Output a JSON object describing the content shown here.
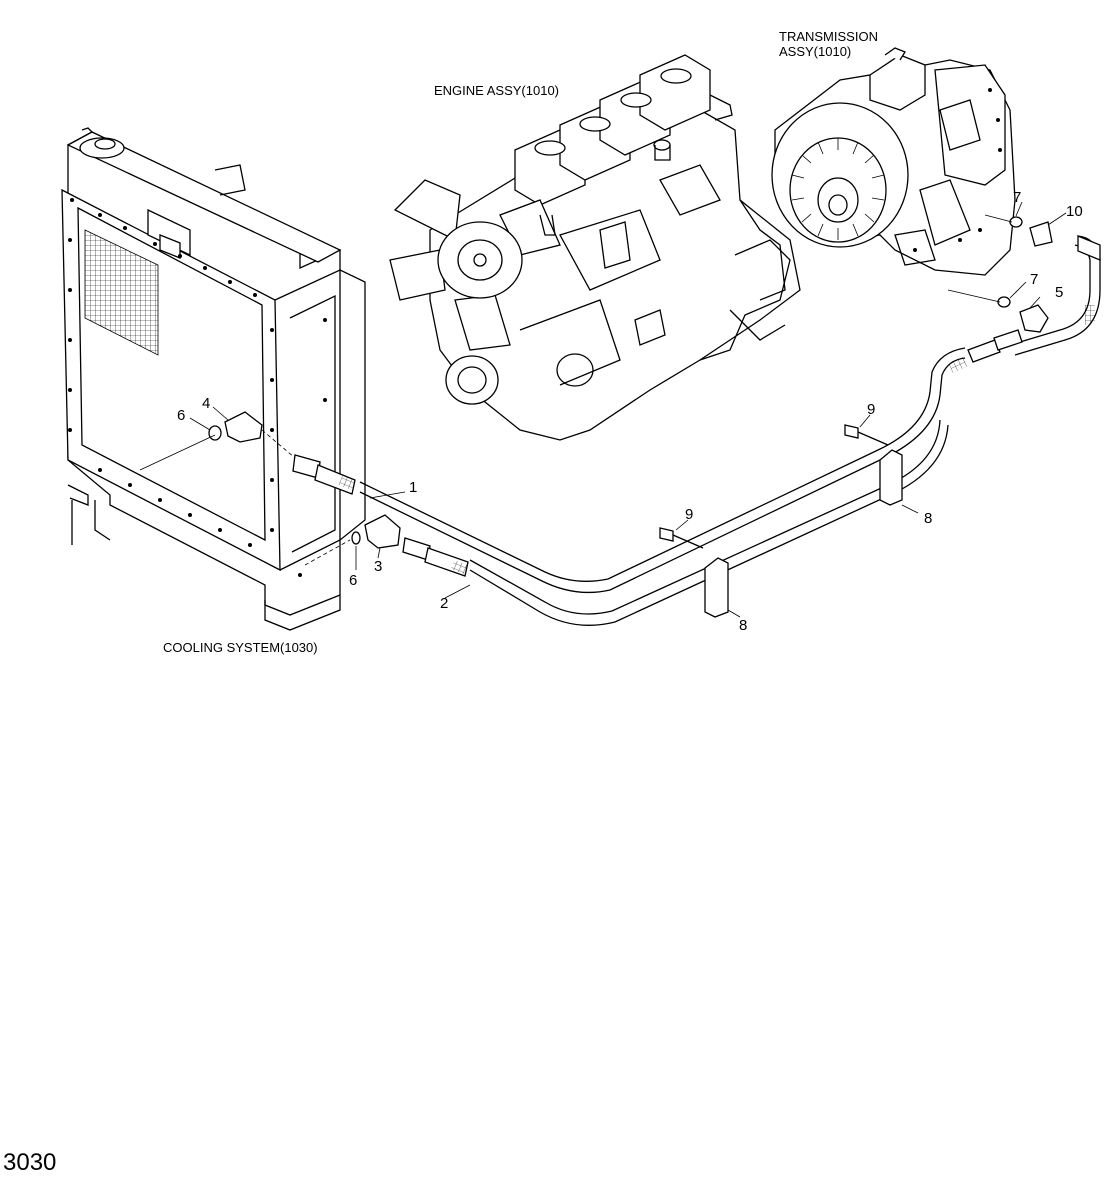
{
  "labels": {
    "engine": "ENGINE ASSY(1010)",
    "transmission_line1": "TRANSMISSION",
    "transmission_line2": "ASSY(1010)",
    "cooling": "COOLING SYSTEM(1030)"
  },
  "callouts": {
    "c1": "1",
    "c2": "2",
    "c3": "3",
    "c4": "4",
    "c5": "5",
    "c6a": "6",
    "c6b": "6",
    "c7a": "7",
    "c7b": "7",
    "c8a": "8",
    "c8b": "8",
    "c9a": "9",
    "c9b": "9",
    "c10": "10"
  },
  "page_code": "3030"
}
